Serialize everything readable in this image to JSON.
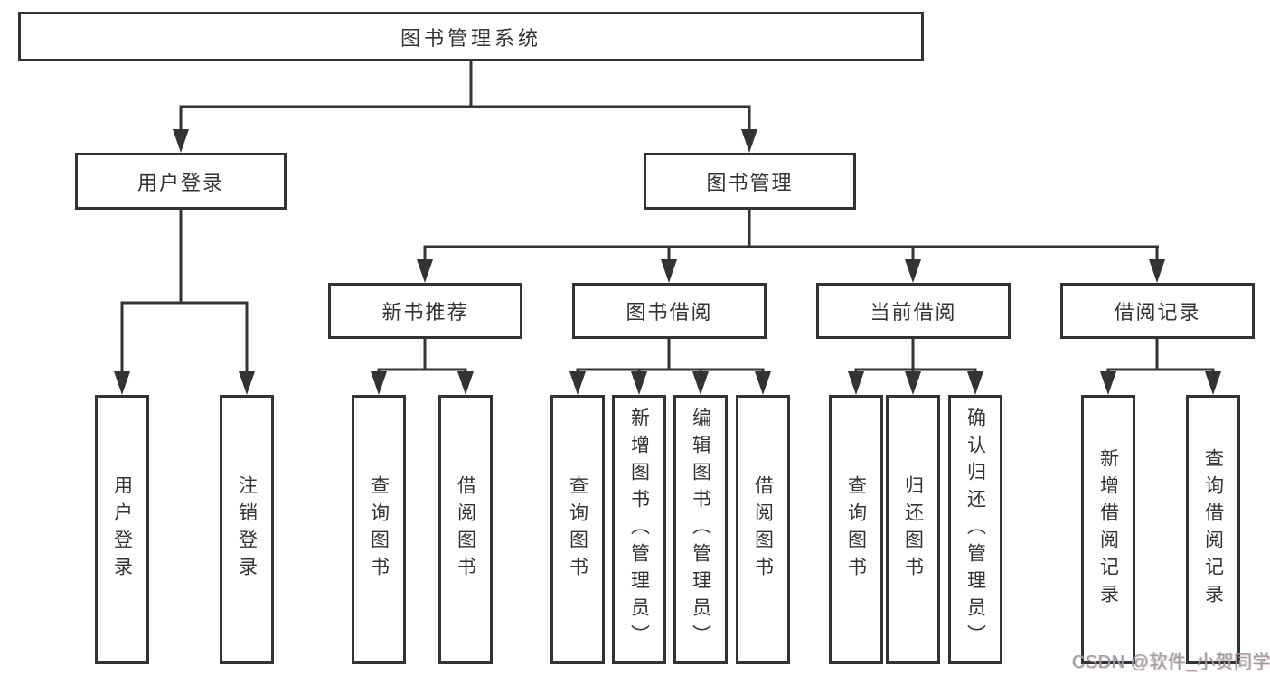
{
  "diagram": {
    "tree": {
      "label": "图书管理系统",
      "children": [
        {
          "label": "用户登录",
          "children": [
            {
              "label": "用户登录"
            },
            {
              "label": "注销登录"
            }
          ]
        },
        {
          "label": "图书管理",
          "children": [
            {
              "label": "新书推荐",
              "children": [
                {
                  "label": "查询图书"
                },
                {
                  "label": "借阅图书"
                }
              ]
            },
            {
              "label": "图书借阅",
              "children": [
                {
                  "label": "查询图书"
                },
                {
                  "label": "新增图书（管理员）"
                },
                {
                  "label": "编辑图书（管理员）"
                },
                {
                  "label": "借阅图书"
                }
              ]
            },
            {
              "label": "当前借阅",
              "children": [
                {
                  "label": "查询图书"
                },
                {
                  "label": "归还图书"
                },
                {
                  "label": "确认归还（管理员）"
                }
              ]
            },
            {
              "label": "借阅记录",
              "children": [
                {
                  "label": "新增借阅记录"
                },
                {
                  "label": "查询借阅记录"
                }
              ]
            }
          ]
        }
      ]
    },
    "watermark": {
      "text": "CSDN @软件_小贺同学"
    },
    "colors": {
      "line": "#333333",
      "text": "#333333",
      "box_background": "#ffffff",
      "background": "#ffffff",
      "watermark": "#9e9e9e"
    }
  }
}
